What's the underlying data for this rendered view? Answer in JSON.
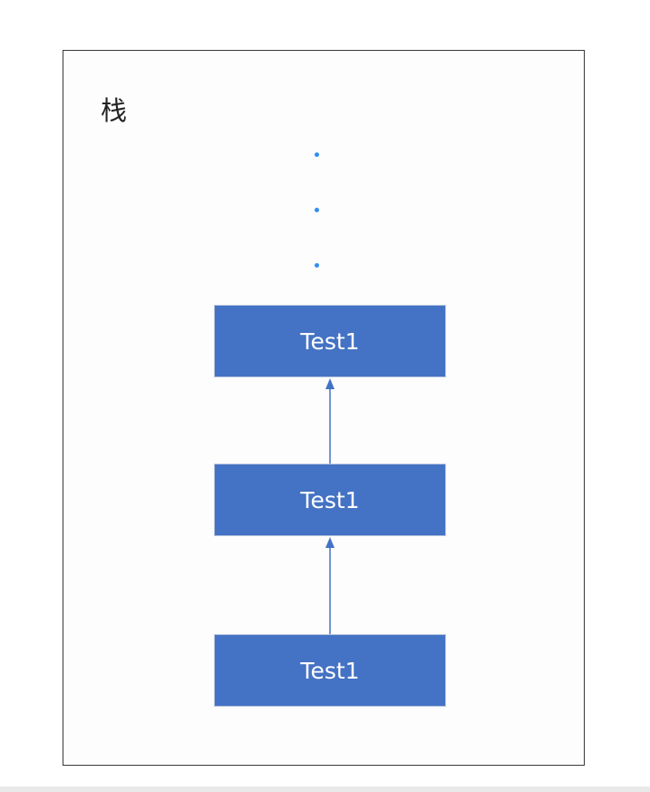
{
  "diagram": {
    "container_label": "栈",
    "ellipsis_dots": 3,
    "frames": [
      {
        "label": "Test1"
      },
      {
        "label": "Test1"
      },
      {
        "label": "Test1"
      }
    ],
    "colors": {
      "box_fill": "#4472c4",
      "box_text": "#ffffff",
      "arrow": "#4472c4",
      "dots": "#2f8ff0",
      "frame_border": "#3a3a3a"
    }
  }
}
